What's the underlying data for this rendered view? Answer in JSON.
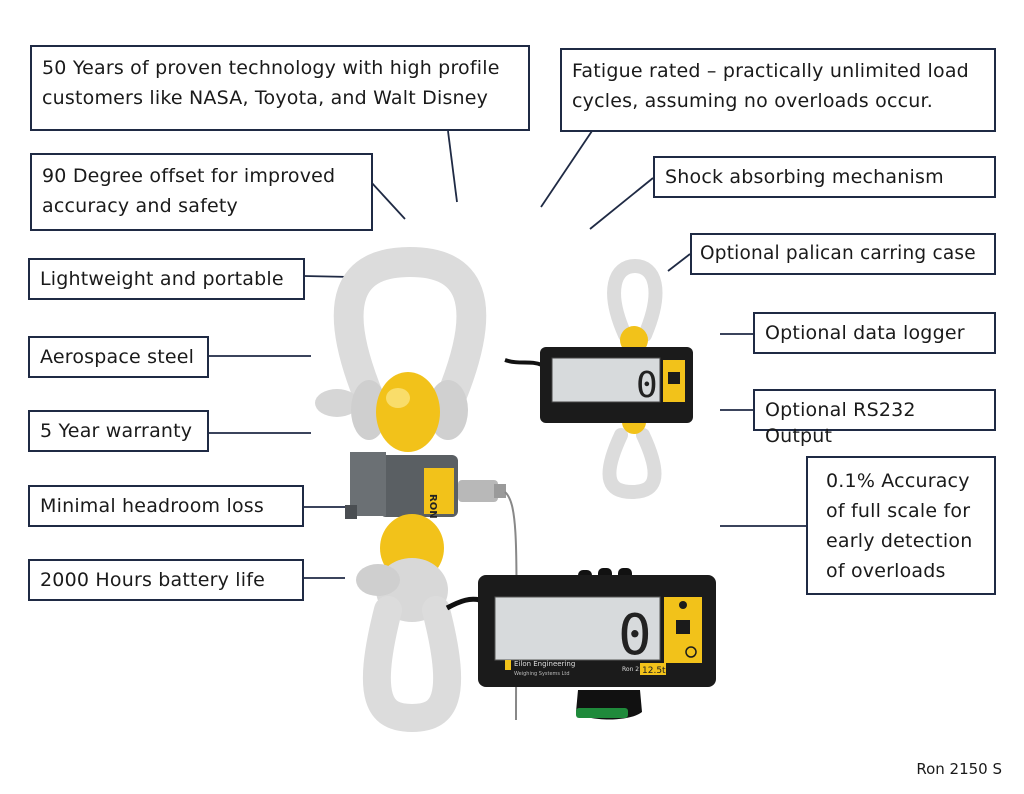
{
  "callouts": {
    "history": "50 Years of proven technology with high profile customers like NASA, Toyota, and Walt Disney",
    "fatigue": "Fatigue rated – practically unlimited load cycles, assuming no overloads occur.",
    "offset": "90 Degree offset for improved accuracy and safety",
    "shock": "Shock absorbing mechanism",
    "case": "Optional palican carring case",
    "lightweight": "Lightweight and portable",
    "logger": "Optional data logger",
    "steel": "Aerospace steel",
    "rs232": "Optional RS232 Output",
    "warranty": "5 Year warranty",
    "accuracy": "0.1% Accuracy of full scale for early detection of overloads",
    "headroom": "Minimal headroom loss",
    "battery": "2000 Hours battery life"
  },
  "product": {
    "load_cell_label": "RON",
    "display_digit": "0",
    "brand_line1": "Eilon Engineering",
    "brand_line2": "Weighing Systems Ltd",
    "model_label": "Ron 2150",
    "capacity": "12.5t"
  },
  "footer": {
    "model": "Ron 2150 S"
  },
  "colors": {
    "border": "#1f2a44",
    "yellow": "#f2c21a",
    "shackle": "#dcdcdc",
    "housing": "#1b1b1b",
    "lcd": "#d7dadc"
  }
}
